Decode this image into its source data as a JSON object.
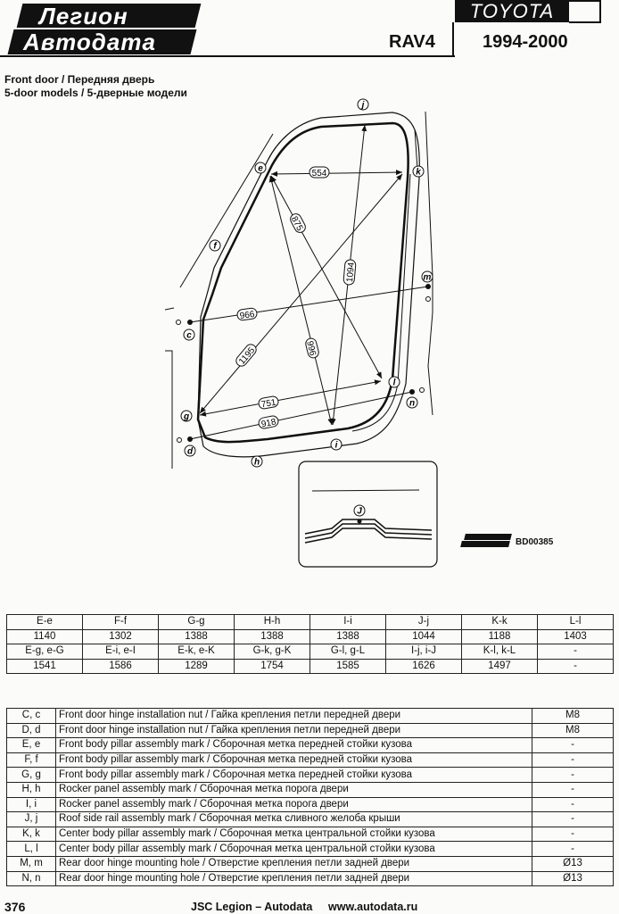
{
  "header": {
    "logo_line1": "Легион",
    "logo_line2": "Автодата",
    "brand": "TOYOTA",
    "model": "RAV4",
    "years": "1994-2000"
  },
  "titles": {
    "line1": "Front door / Передняя дверь",
    "line2": "5-door models / 5-дверные модели"
  },
  "diagram": {
    "points": {
      "c": "c",
      "d": "d",
      "e": "e",
      "f": "f",
      "g": "g",
      "h": "h",
      "i": "i",
      "j": "j",
      "k": "k",
      "l": "l",
      "m": "m",
      "n": "n"
    },
    "dimensions": {
      "e_k": "554",
      "e_l": "875",
      "i_j": "1094",
      "c_m": "966",
      "e_i": "996",
      "g_k": "1195",
      "g_l": "751",
      "d_n": "918"
    },
    "detail_label": "J",
    "figure_code": "BD00385"
  },
  "dimension_table": {
    "rows": [
      [
        "E-e",
        "F-f",
        "G-g",
        "H-h",
        "I-i",
        "J-j",
        "K-k",
        "L-l"
      ],
      [
        "1140",
        "1302",
        "1388",
        "1388",
        "1388",
        "1044",
        "1188",
        "1403"
      ],
      [
        "E-g, e-G",
        "E-i, e-I",
        "E-k, e-K",
        "G-k, g-K",
        "G-l, g-L",
        "I-j, i-J",
        "K-l, k-L",
        "-"
      ],
      [
        "1541",
        "1586",
        "1289",
        "1754",
        "1585",
        "1626",
        "1497",
        "-"
      ]
    ]
  },
  "legend_table": {
    "rows": [
      {
        "code": "C, c",
        "desc": "Front door hinge installation nut / Гайка крепления петли передней двери",
        "value": "M8"
      },
      {
        "code": "D, d",
        "desc": "Front door hinge installation nut / Гайка крепления петли передней двери",
        "value": "M8"
      },
      {
        "code": "E, e",
        "desc": "Front body pillar assembly mark / Сборочная метка передней стойки кузова",
        "value": "-"
      },
      {
        "code": "F, f",
        "desc": "Front body pillar assembly mark / Сборочная метка передней стойки кузова",
        "value": "-"
      },
      {
        "code": "G, g",
        "desc": "Front body pillar assembly mark / Сборочная метка передней стойки кузова",
        "value": "-"
      },
      {
        "code": "H, h",
        "desc": "Rocker panel assembly mark / Сборочная метка порога двери",
        "value": "-"
      },
      {
        "code": "I, i",
        "desc": "Rocker panel assembly mark / Сборочная метка порога двери",
        "value": "-"
      },
      {
        "code": "J, j",
        "desc": "Roof side rail assembly mark / Сборочная метка сливного желоба крыши",
        "value": "-"
      },
      {
        "code": "K, k",
        "desc": "Center body pillar assembly mark / Сборочная метка центральной стойки кузова",
        "value": "-"
      },
      {
        "code": "L, l",
        "desc": "Center body pillar assembly mark / Сборочная метка центральной стойки кузова",
        "value": "-"
      },
      {
        "code": "M, m",
        "desc": "Rear door hinge mounting hole / Отверстие крепления петли задней двери",
        "value": "Ø13"
      },
      {
        "code": "N, n",
        "desc": "Rear door hinge mounting hole / Отверстие крепления петли задней двери",
        "value": "Ø13"
      }
    ]
  },
  "footer": {
    "page_number": "376",
    "publisher": "JSC Legion – Autodata",
    "url": "www.autodata.ru"
  }
}
